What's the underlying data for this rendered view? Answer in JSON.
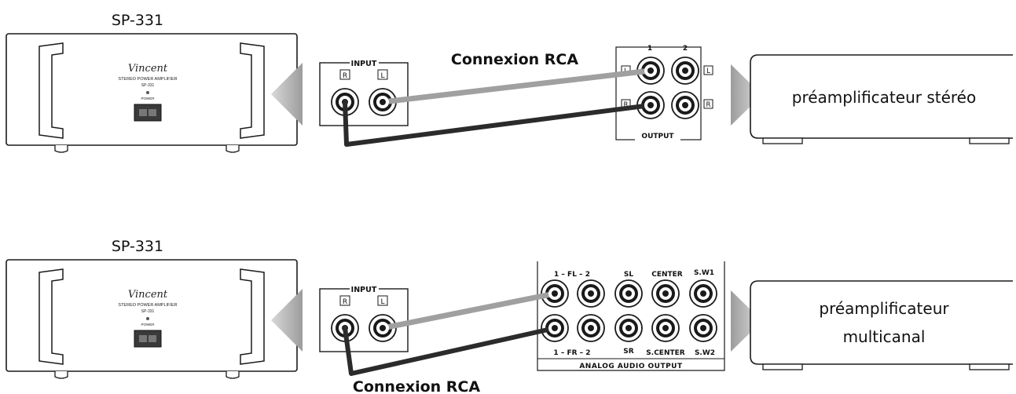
{
  "amplifier": {
    "model_label": "SP-331",
    "brand": "Vincent",
    "panel_text": "STEREO POWER AMPLIFIER",
    "panel_model": "SP-331",
    "power_label": "POWER"
  },
  "input_panel": {
    "title": "INPUT",
    "right": "R",
    "left": "L"
  },
  "connection_label": "Connexion RCA",
  "stereo_output": {
    "ch1": "1",
    "ch2": "2",
    "left": "L",
    "right": "R",
    "output": "OUTPUT"
  },
  "multi_output": {
    "fl": "1 – FL – 2",
    "sl": "SL",
    "center": "CENTER",
    "sw1": "S.W1",
    "fr": "1 – FR – 2",
    "sr": "SR",
    "scenter": "S.CENTER",
    "sw2": "S.W2",
    "footer": "ANALOG AUDIO OUTPUT"
  },
  "preamp_stereo": {
    "line1": "préamplificateur stéréo"
  },
  "preamp_multi": {
    "line1": "préamplificateur",
    "line2": "multicanal"
  },
  "colors": {
    "outline": "#1a1a1a",
    "cable_left": "#a0a0a0",
    "cable_right": "#2b2b2b",
    "arrow": "#c8c8c8",
    "button": "#3a3a3a"
  }
}
